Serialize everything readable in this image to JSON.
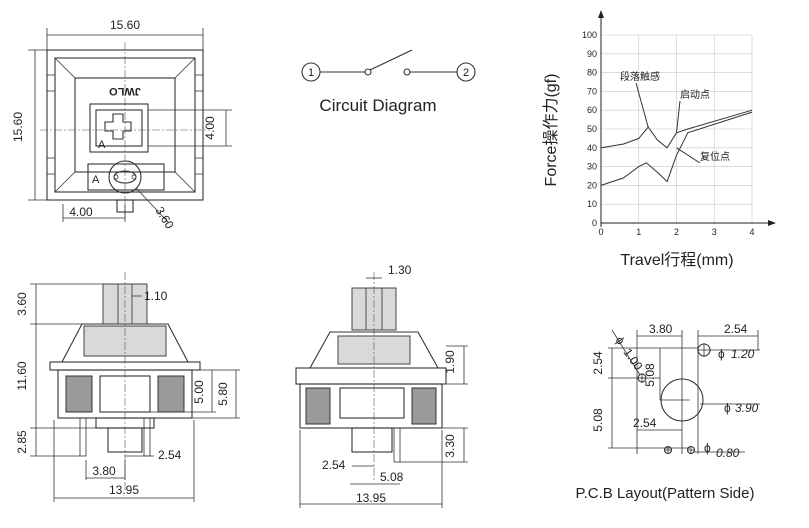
{
  "top_view": {
    "width": "15.60",
    "height": "15.60",
    "stem_size": "4.00",
    "offset": "4.00",
    "led_hole": "3.60",
    "brand": "JWLO",
    "mark_a1": "A",
    "mark_a2": "A"
  },
  "circuit": {
    "label": "Circuit Diagram",
    "pin1": "1",
    "pin2": "2"
  },
  "front_view": {
    "stem_height": "3.60",
    "stem_width": "1.10",
    "body_height": "11.60",
    "pin_height": "2.85",
    "inner_1": "5.00",
    "inner_2": "5.80",
    "pin_offset": "2.54",
    "pin_spacing": "3.80",
    "width": "13.95"
  },
  "side_view": {
    "stem_width": "1.30",
    "upper": "1.90",
    "pin_length": "3.30",
    "pin_offset": "2.54",
    "pin_spacing": "5.08",
    "width": "13.95"
  },
  "pcb": {
    "label": "P.C.B Layout(Pattern Side)",
    "d1": "3.80",
    "d2": "2.54",
    "d3": "2.54",
    "d4": "5.08",
    "d5": "5.08",
    "d6": "2.54",
    "hole_small": "1.00",
    "hole_1": "1.20",
    "hole_center": "3.90",
    "hole_pin": "0.80",
    "phi": "ϕ"
  },
  "chart_data": {
    "type": "line",
    "xlabel": "Travel行程(mm)",
    "ylabel": "Force操作力(gf)",
    "xlim": [
      0,
      4
    ],
    "ylim": [
      0,
      100
    ],
    "x_ticks": [
      0,
      1,
      2,
      3,
      4
    ],
    "y_ticks": [
      0,
      10,
      20,
      30,
      40,
      50,
      60,
      70,
      80,
      90,
      100
    ],
    "grid": true,
    "annotations": [
      {
        "text": "段落触感",
        "x": 1.2,
        "y": 50
      },
      {
        "text": "启动点",
        "x": 2.0,
        "y": 48
      },
      {
        "text": "复位点",
        "x": 2.0,
        "y": 40
      }
    ],
    "series": [
      {
        "x": [
          0,
          0.6,
          1.0,
          1.25,
          1.5,
          1.75,
          2.0,
          2.3,
          4.0
        ],
        "values": [
          40,
          42,
          45,
          51,
          44,
          40,
          48,
          50,
          60
        ]
      },
      {
        "x": [
          0,
          0.6,
          1.0,
          1.2,
          1.55,
          1.75,
          2.0,
          2.3,
          4.0
        ],
        "values": [
          20,
          24,
          30,
          32,
          26,
          22,
          36,
          48,
          59
        ]
      }
    ]
  }
}
